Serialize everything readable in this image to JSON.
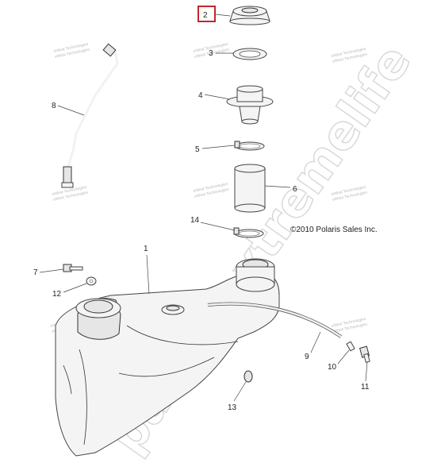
{
  "callouts": {
    "c1": "1",
    "c2": "2",
    "c3": "3",
    "c4": "4",
    "c5": "5",
    "c6": "6",
    "c7": "7",
    "c8": "8",
    "c9": "9",
    "c10": "10",
    "c11": "11",
    "c12": "12",
    "c13": "13",
    "c14": "14"
  },
  "copyright": "©2010 Polaris Sales Inc.",
  "watermark_small": {
    "line1": "eWest Technologies",
    "line2": "eWest Technologies"
  },
  "watermark_big": "partsdextremelife",
  "highlight_color": "#c0282d"
}
